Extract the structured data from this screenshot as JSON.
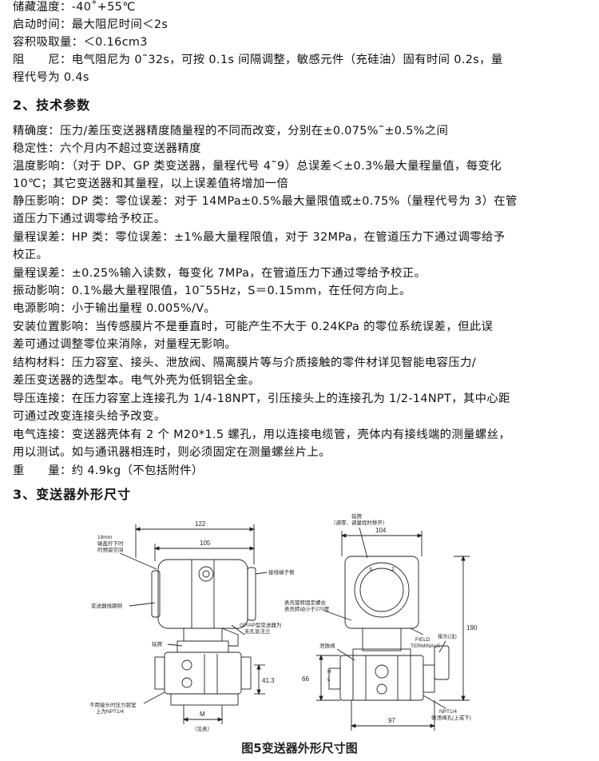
{
  "spec_lines_top": [
    "储藏温度：-40˚+55℃",
    "启动时间：最大阻尼时间＜2s",
    "容积吸取量：＜0.16cm3",
    "阻　　尼：电气阻尼为 0˜32s，可按 0.1s 间隔调整，敏感元件（充硅油）固有时间 0.2s，量",
    "程代号为 0.4s"
  ],
  "section2_title": "2、技术参数",
  "spec_lines_mid": [
    "精确度：压力/差压变送器精度随量程的不同而改变，分别在±0.075%˜±0.5%之间",
    "稳定性：六个月内不超过变送器精度",
    "温度影响：（对于 DP、GP 类变送器，量程代号 4˜9）总误差＜±0.3%最大量程量值，每变化",
    "10℃；其它变送器和其量程，以上误差值将增加一倍",
    "静压影响：DP 类：零位误差：对于 14MPa±0.5%最大量限值或±0.75%（量程代号为 3）在管",
    "道压力下通过调零给予校正。",
    "量程误差：HP 类：零位误差：±1%最大量程限值，对于 32MPa，在管道压力下通过调零给予",
    "校正。",
    "量程误差：±0.25%输入读数，每变化 7MPa，在管道压力下通过零给予校正。",
    "振动影响：0.1%最大量程限值，10˜55Hz，S＝0.15mm，在任何方向上。",
    "电源影响：小于输出量程 0.005%/V。",
    "安装位置影响：当传感膜片不是垂直时，可能产生不大于 0.24KPa 的零位系统误差，但此误",
    "差可通过调整零位来消除，对量程无影响。",
    "结构材料：压力容室、接头、泄放阀、隔离膜片等与介质接触的零件材详见智能电容压力/",
    "差压变送器的选型本。电气外壳为低铜铝全金。",
    "导压连接：在压力容室上连接孔为 1/4-18NPT，引压接头上的连接孔为 1/2-14NPT，其中心距",
    "可通过改变连接头给予改变。",
    "电气连接：变送器壳体有 2 个 M20*1.5 螺孔，用以连接电缆管，壳体内有接线端的测量螺丝，",
    "用以测试。如与通讯器相连时，则必须固定在测量螺丝片上。",
    "重　　量：约 4.9kg（不包括附件）"
  ],
  "section3_title": "3、变送器外形尺寸",
  "figure": {
    "dims": {
      "d122": "122",
      "d105": "105",
      "d104": "104",
      "d190": "190",
      "d66": "66",
      "d97": "97",
      "d41_3": "41.3",
      "dM": "M",
      "dSeeTable": "（见表）"
    },
    "labels": {
      "clearance_1": "19mm",
      "clearance_2": "端盖拧下时",
      "clearance_3": "的预留空间",
      "terminal_side": "接线端子侧",
      "circuit_side": "变送器线路侧",
      "gp_ap_1": "GP/AP型变送器为",
      "gp_ap_2": "无孔盲法兰",
      "nameplate": "铭牌",
      "no_conn_1": "不用接头时压力容室",
      "no_conn_2": "上为NPT1/4",
      "top_plate_1": "铭牌",
      "top_plate_2": "（调零、调量程时移开）",
      "housing_screw_1": "表壳旋转固定螺丝",
      "housing_screw_2": "表壳转动小于270度",
      "field_1": "FIELD",
      "field_2": "TERMINALS",
      "drain_valve": "泄放阀",
      "connector": "接头(注)",
      "npt_1": "NPT1/4",
      "npt_2": "侧泄阀孔(上或下)",
      "cover_s": "S",
      "cover_z": "Z",
      "plate_h": "H",
      "plate_l": "L"
    }
  },
  "caption": "图5变送器外形尺寸图"
}
